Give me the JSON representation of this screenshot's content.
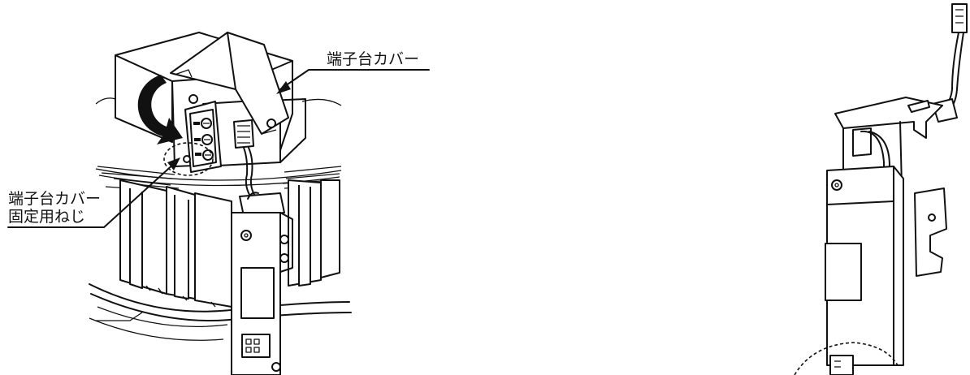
{
  "labels": {
    "terminal_cover": "端子台カバー",
    "screw_line1": "端子台カバー",
    "screw_line2": "固定用ねじ"
  }
}
